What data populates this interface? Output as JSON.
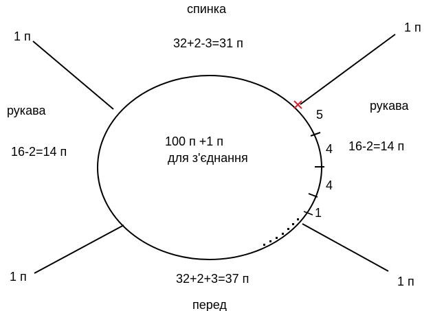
{
  "labels": {
    "back_title": "спинка",
    "back_formula": "32+2-3=31 п",
    "front_title": "перед",
    "front_formula": "32+2+3=37 п",
    "sleeve_left_title": "рукава",
    "sleeve_left_formula": "16-2=14 п",
    "sleeve_right_title": "рукава",
    "sleeve_right_formula": "16-2=14 п",
    "center_line1": "100 п +1 п",
    "center_line2": "для з'єднання",
    "raglan_top_left": "1 п",
    "raglan_top_right": "1 п",
    "raglan_bottom_left": "1 п",
    "raglan_bottom_right": "1 п",
    "seg_5": "5",
    "seg_4a": "4",
    "seg_4b": "4",
    "seg_1": "1"
  },
  "colors": {
    "line": "#000000",
    "start_mark": "#e0202a"
  }
}
